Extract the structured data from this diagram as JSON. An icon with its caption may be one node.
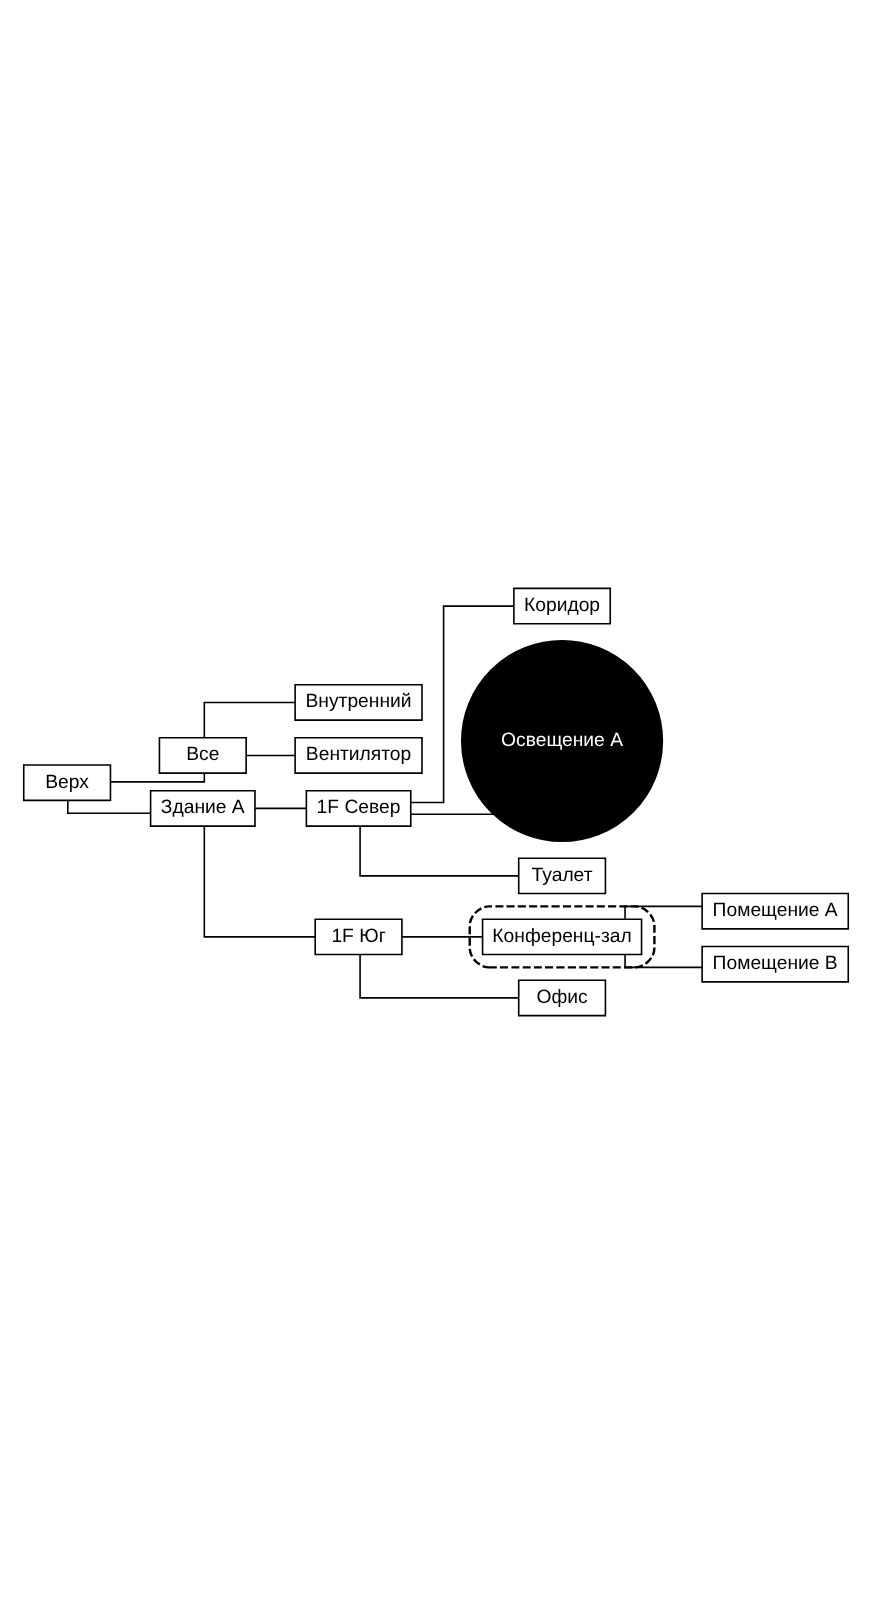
{
  "diagram": {
    "nodes": [
      {
        "text": [
          "Верх"
        ]
      },
      {
        "text": [
          "Все"
        ]
      },
      {
        "text": [
          "Внутренний"
        ]
      },
      {
        "text": [
          "Вентилятор"
        ]
      },
      {
        "text": [
          "Здание А"
        ]
      },
      {
        "text": [
          "1F Север"
        ]
      },
      {
        "text": [
          "Коридор"
        ]
      },
      {
        "text": [
          "Освещение А"
        ]
      },
      {
        "text": [
          "Туалет"
        ]
      },
      {
        "text": [
          "1F Юг"
        ]
      },
      {
        "text": [],
        "shape": "ellipse"
      },
      {
        "text": [
          "Конференц-зал"
        ],
        "in": 10
      },
      {
        "text": [
          "Помещение А"
        ]
      },
      {
        "text": [
          "Помещение В"
        ]
      },
      {
        "text": [
          "Офис"
        ]
      }
    ],
    "edges": [
      {
        "from": 0,
        "to": 1,
        "arrow": "none"
      },
      {
        "from": 0,
        "to": 4,
        "arrow": "none"
      },
      {
        "from": 1,
        "to": 2,
        "arrow": "none"
      },
      {
        "from": 1,
        "to": 3,
        "arrow": "none"
      },
      {
        "from": 4,
        "to": 5,
        "arrow": "none"
      },
      {
        "from": 4,
        "to": 9,
        "arrow": "none"
      },
      {
        "from": 5,
        "to": 6,
        "arrow": "none"
      },
      {
        "from": 5,
        "to": 7,
        "arrow": "none"
      },
      {
        "from": 5,
        "to": 8,
        "arrow": "none"
      },
      {
        "from": 9,
        "to": 11,
        "arrow": "none"
      },
      {
        "from": 9,
        "to": 14,
        "arrow": "none"
      },
      {
        "from": 11,
        "to": 12,
        "arrow": "none"
      },
      {
        "from": 11,
        "to": 13,
        "arrow": "none"
      }
    ]
  }
}
